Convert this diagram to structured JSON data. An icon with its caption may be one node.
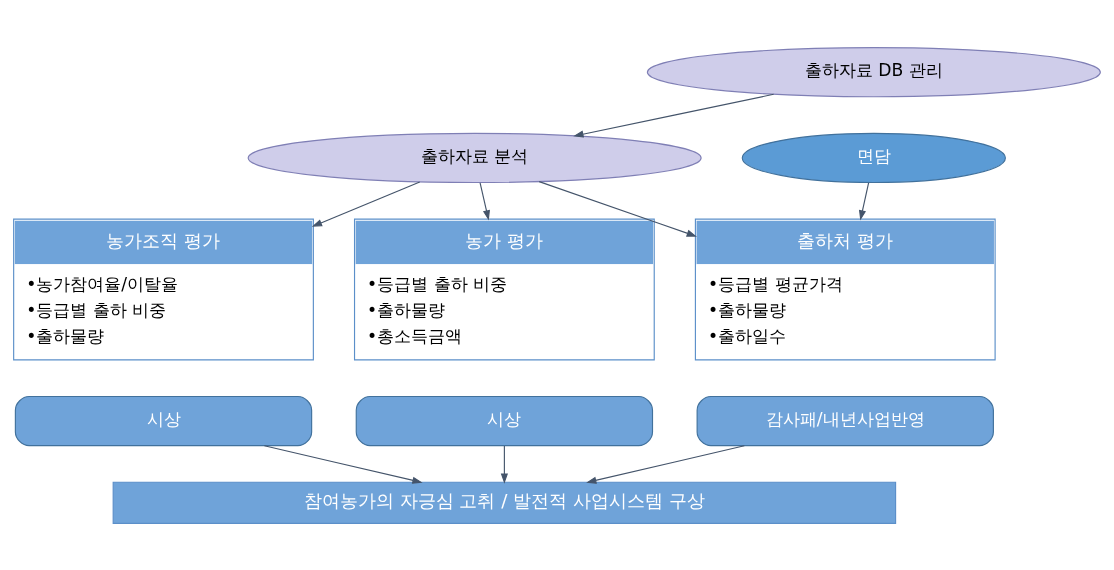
{
  "diagram": {
    "nodes": [
      {
        "text": [
          "출하자료 DB 관리"
        ]
      },
      {
        "text": [
          "출하자료 분석"
        ]
      },
      {
        "text": [
          "면담"
        ]
      },
      {
        "text": [
          "농가조직 평가",
          "•농가참여율/이탈율",
          "•등급별 출하 비중",
          "•출하물량"
        ]
      },
      {
        "text": [
          "농가 평가",
          "•등급별 출하 비중",
          "•출하물량",
          "•총소득금액"
        ]
      },
      {
        "text": [
          "출하처 평가",
          "•등급별 평균가격",
          "•출하물량",
          "•출하일수"
        ]
      },
      {
        "text": [
          "시상"
        ]
      },
      {
        "text": [
          "시상"
        ]
      },
      {
        "text": [
          "감사패/내년사업반영"
        ]
      },
      {
        "text": [
          "참여농가의 자긍심 고취 / 발전적 사업시스템 구상"
        ]
      }
    ],
    "edges": [
      {
        "from": 0,
        "to": 1,
        "arrow": "to"
      },
      {
        "from": 1,
        "to": 3,
        "arrow": "to"
      },
      {
        "from": 1,
        "to": 4,
        "arrow": "to"
      },
      {
        "from": 1,
        "to": 5,
        "arrow": "to"
      },
      {
        "from": 2,
        "to": 5,
        "arrow": "to"
      },
      {
        "from": 6,
        "to": 9,
        "arrow": "to"
      },
      {
        "from": 7,
        "to": 9,
        "arrow": "to"
      },
      {
        "from": 8,
        "to": 9,
        "arrow": "to"
      }
    ]
  }
}
